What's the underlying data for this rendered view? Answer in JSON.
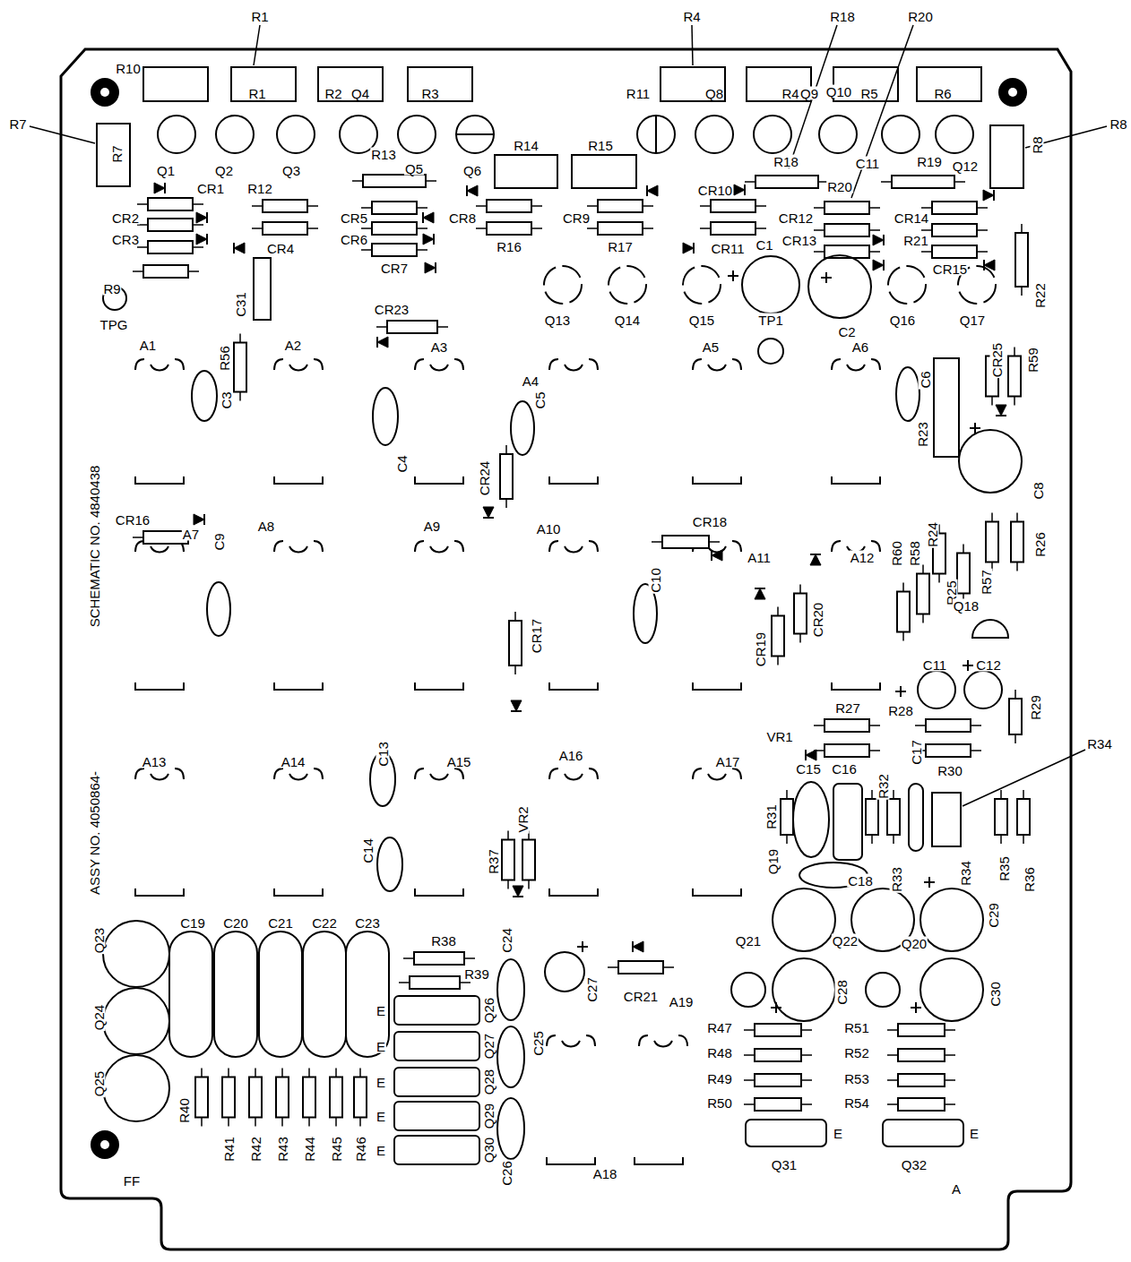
{
  "diagram": {
    "labels": [
      "R1",
      "R4",
      "R18",
      "R20",
      "R7",
      "R8",
      "R34",
      "R10",
      "R1",
      "R2",
      "Q4",
      "R3",
      "R11",
      "Q8",
      "R4",
      "Q9",
      "Q10",
      "R5",
      "R6",
      "R7",
      "R8",
      "Q1",
      "Q2",
      "Q3",
      "Q5",
      "Q6",
      "R13",
      "R14",
      "R15",
      "R18",
      "C11",
      "R19",
      "Q12",
      "CR1",
      "R12",
      "CR10",
      "R20",
      "CR2",
      "CR5",
      "CR8",
      "CR9",
      "CR12",
      "CR14",
      "CR3",
      "CR4",
      "CR6",
      "R16",
      "R17",
      "CR11",
      "C1",
      "CR13",
      "R21",
      "CR7",
      "CR15",
      "R9",
      "TPG",
      "R22",
      "C31",
      "CR23",
      "Q13",
      "Q14",
      "Q15",
      "TP1",
      "C2",
      "Q16",
      "Q17",
      "A1",
      "R56",
      "A2",
      "A3",
      "A5",
      "A6",
      "CR25",
      "R59",
      "A4",
      "C5",
      "C6",
      "C3",
      "C4",
      "R23",
      "CR24",
      "C8",
      "SCHEMATIC NO. 4840438",
      "CR16",
      "CR18",
      "A7",
      "C9",
      "A8",
      "A9",
      "A10",
      "A11",
      "A12",
      "R60",
      "R58",
      "R24",
      "R26",
      "C10",
      "CR17",
      "CR19",
      "CR20",
      "R25",
      "R57",
      "Q18",
      "C11",
      "C12",
      "R27",
      "R28",
      "R29",
      "VR1",
      "C15",
      "C16",
      "C17",
      "R30",
      "A13",
      "A14",
      "C13",
      "A15",
      "A16",
      "A17",
      "R32",
      "R31",
      "VR2",
      "ASSY NO. 4050864-",
      "C14",
      "R37",
      "Q19",
      "C18",
      "R33",
      "R34",
      "R35",
      "R36",
      "C29",
      "Q23",
      "C19",
      "C20",
      "C21",
      "C22",
      "C23",
      "R38",
      "C24",
      "R39",
      "Q21",
      "Q22",
      "Q20",
      "CR21",
      "C27",
      "A19",
      "C28",
      "C30",
      "Q24",
      "E",
      "Q26",
      "R47",
      "R51",
      "E",
      "Q27",
      "C25",
      "R48",
      "R52",
      "R49",
      "R53",
      "E",
      "Q28",
      "Q25",
      "R50",
      "R54",
      "R40",
      "E",
      "Q29",
      "E",
      "E",
      "R41",
      "R42",
      "R43",
      "R44",
      "R45",
      "R46",
      "E",
      "Q30",
      "C26",
      "A18",
      "Q31",
      "Q32",
      "FF",
      "A"
    ]
  }
}
